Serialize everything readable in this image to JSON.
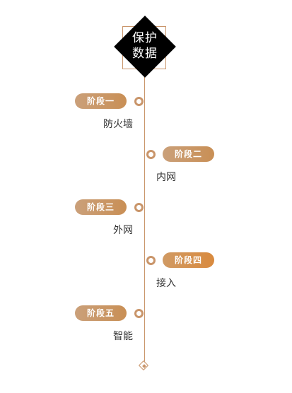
{
  "title": {
    "line1": "保护",
    "line2": "数据"
  },
  "stages": [
    {
      "badge": "阶段一",
      "label": "防火墙",
      "side": "left"
    },
    {
      "badge": "阶段二",
      "label": "内网",
      "side": "right"
    },
    {
      "badge": "阶段三",
      "label": "外网",
      "side": "left"
    },
    {
      "badge": "阶段四",
      "label": "接入",
      "side": "right"
    },
    {
      "badge": "阶段五",
      "label": "智能",
      "side": "left"
    }
  ],
  "colors": {
    "accent": "#c9956a",
    "title_bg": "#000000",
    "text": "#333333"
  }
}
